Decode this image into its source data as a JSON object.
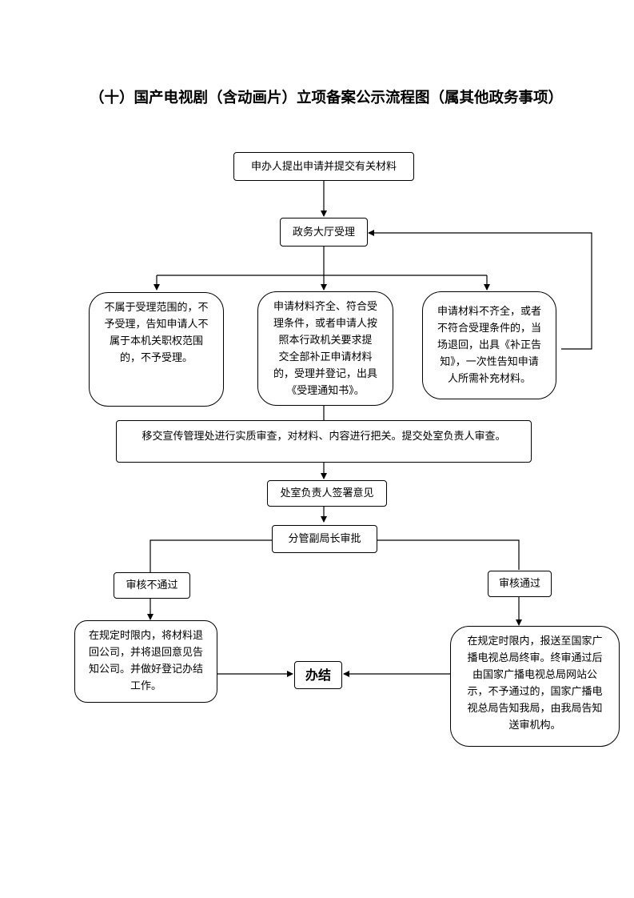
{
  "title": "（十）国产电视剧（含动画片）立项备案公示流程图（属其他政务事项）",
  "nodes": {
    "apply": "申办人提出申请并提交有关材料",
    "hall": "政务大厅受理",
    "not_accepted": "不属于受理范围的，不\n予受理，告知申请人不\n属于本机关职权范围\n的，不予受理。",
    "accepted": "申请材料齐全、符合受\n理条件，或者申请人按\n照本行政机关要求提\n交全部补正申请材料\n的，受理并登记，出具\n《受理通知书》。",
    "incomplete": "申请材料不齐全，或者\n不符合受理条件的，当\n场退回，出具《补正告\n知》，一次性告知申请\n人所需补充材料。",
    "review": "移交宣传管理处进行实质审查，对材料、内容进行把关。提交处室负责人审查。",
    "director_sign": "处室负责人签署意见",
    "deputy_approve": "分管副局长审批",
    "rejected": "审核不通过",
    "passed": "审核通过",
    "reject_result": "在规定时限内，将材料退\n回公司，并将退回意见告\n知公司。并做好登记办结\n工作。",
    "pass_result": "在规定时限内，报送至国家广\n播电视总局终审。终审通过后\n由国家广播电视总局网站公\n示，不予通过的，国家广播电\n视总局告知我局，由我局告知\n送审机构。",
    "finish": "办结"
  }
}
